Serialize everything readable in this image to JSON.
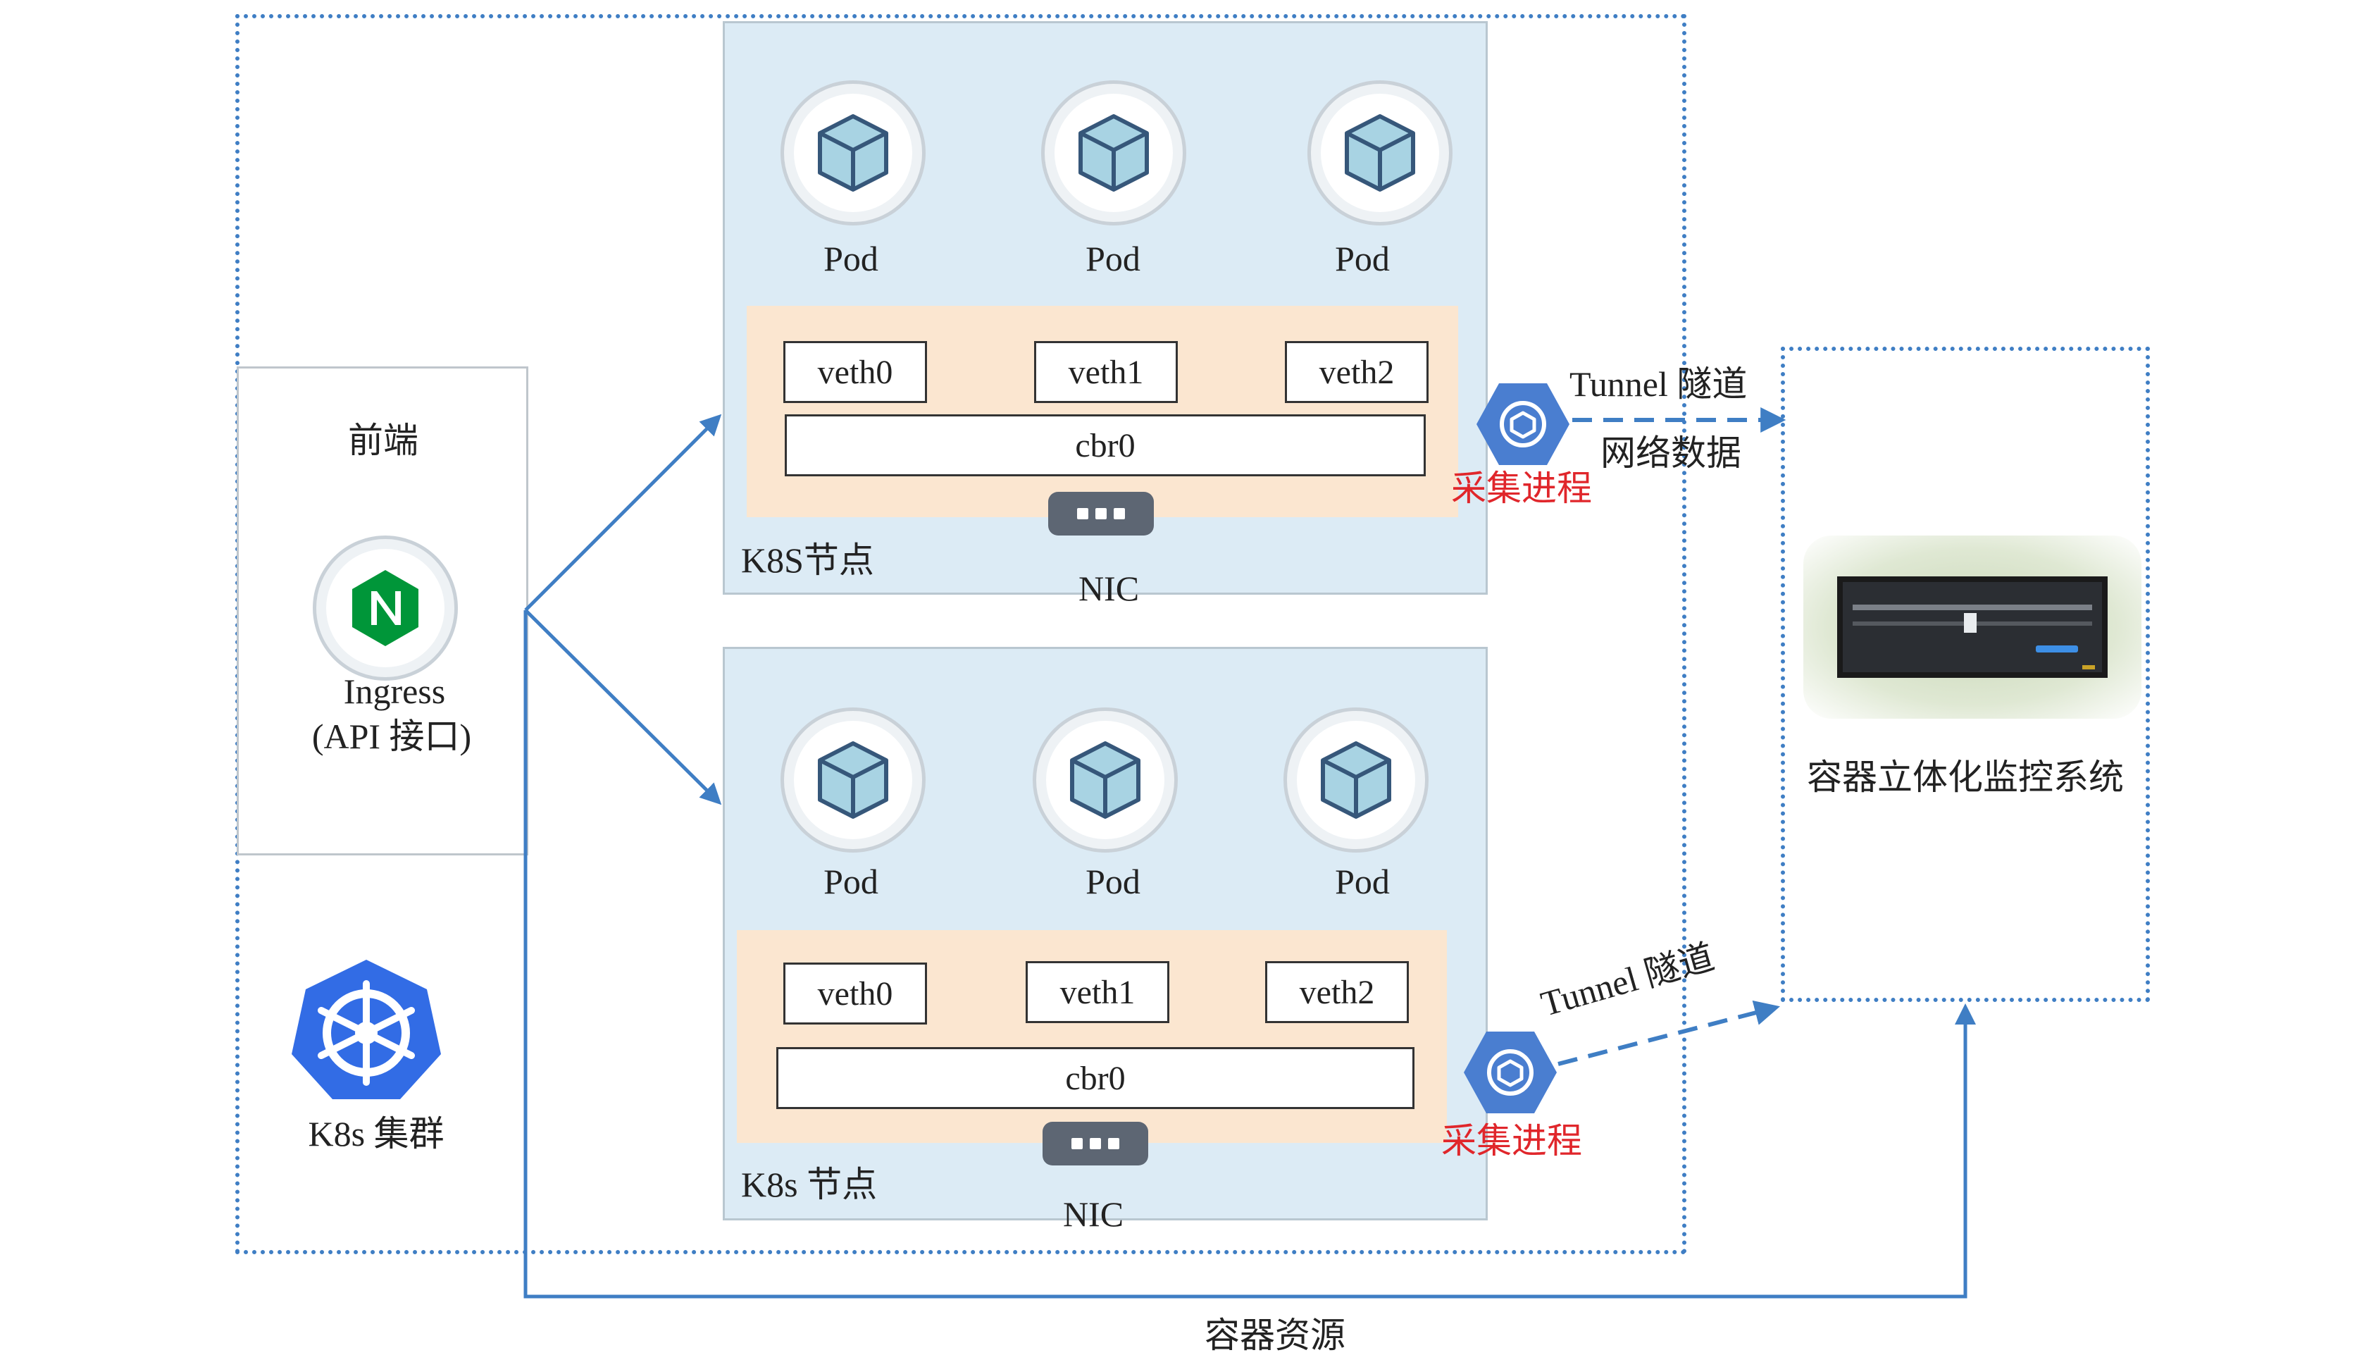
{
  "frontend": {
    "title": "前端",
    "ingress_label": "Ingress",
    "ingress_sub": "(API 接口)"
  },
  "cluster": {
    "label": "K8s 集群"
  },
  "nodes": [
    {
      "label": "K8S节点",
      "pods": [
        "Pod",
        "Pod",
        "Pod"
      ],
      "veths": [
        "veth0",
        "veth1",
        "veth2"
      ],
      "bridge": "cbr0",
      "nic": "NIC",
      "collector": "采集进程",
      "tunnel": "Tunnel 隧道",
      "data_label": "网络数据"
    },
    {
      "label": "K8s 节点",
      "pods": [
        "Pod",
        "Pod",
        "Pod"
      ],
      "veths": [
        "veth0",
        "veth1",
        "veth2"
      ],
      "bridge": "cbr0",
      "nic": "NIC",
      "collector": "采集进程",
      "tunnel": "Tunnel 隧道"
    }
  ],
  "monitor": {
    "label": "容器立体化监控系统"
  },
  "bottom_label": "容器资源",
  "icons": {
    "pod": "cube-icon",
    "collector": "hexagon-cube-icon",
    "ingress": "nginx-icon",
    "cluster": "kubernetes-helm-icon",
    "nic": "network-card-icon",
    "server": "server-rack-icon"
  },
  "colors": {
    "arrow": "#3f7ec4",
    "node_bg": "#dcebf5",
    "bridge_bg": "#fbe6d0",
    "collector_text": "#e0262b",
    "k8s_blue": "#326ce5",
    "nginx_green": "#009639"
  }
}
